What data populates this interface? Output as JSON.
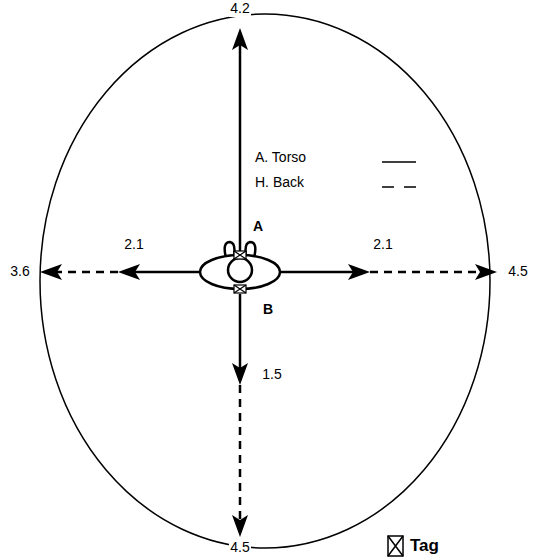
{
  "diagram": {
    "labels": [
      "4.2",
      "A",
      "2.1",
      "2.1",
      "3.6",
      "4.5",
      "B",
      "1.5",
      "4.5"
    ],
    "legend": [
      {
        "text": "A. Torso"
      },
      {
        "text": "H. Back"
      },
      {
        "text": "Tag"
      }
    ]
  }
}
